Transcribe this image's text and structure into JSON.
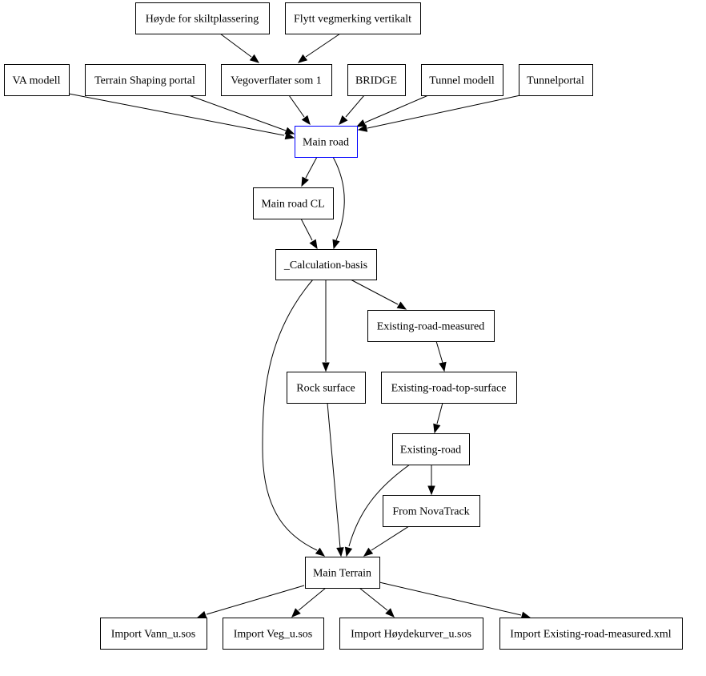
{
  "diagram": {
    "colors": {
      "default_border": "#000000",
      "highlight_border": "#0000ff",
      "background": "#ffffff"
    },
    "nodes": [
      {
        "id": "hoyde",
        "label": "Høyde for skiltplassering"
      },
      {
        "id": "flytt",
        "label": "Flytt vegmerking vertikalt"
      },
      {
        "id": "va",
        "label": "VA modell"
      },
      {
        "id": "terrain_portal",
        "label": "Terrain Shaping portal"
      },
      {
        "id": "vegoverflater",
        "label": "Vegoverflater som 1"
      },
      {
        "id": "bridge",
        "label": "BRIDGE"
      },
      {
        "id": "tunnel_modell",
        "label": "Tunnel modell"
      },
      {
        "id": "tunnelportal",
        "label": "Tunnelportal"
      },
      {
        "id": "main_road",
        "label": "Main road",
        "highlight": true
      },
      {
        "id": "main_road_cl",
        "label": "Main road CL"
      },
      {
        "id": "calc_basis",
        "label": "_Calculation-basis"
      },
      {
        "id": "existing_measured",
        "label": "Existing-road-measured"
      },
      {
        "id": "rock_surface",
        "label": "Rock surface"
      },
      {
        "id": "existing_top",
        "label": "Existing-road-top-surface"
      },
      {
        "id": "existing_road",
        "label": "Existing-road"
      },
      {
        "id": "novatrack",
        "label": "From NovaTrack"
      },
      {
        "id": "main_terrain",
        "label": "Main Terrain"
      },
      {
        "id": "import_vann",
        "label": "Import Vann_u.sos"
      },
      {
        "id": "import_veg",
        "label": "Import Veg_u.sos"
      },
      {
        "id": "import_hoyde",
        "label": "Import Høydekurver_u.sos"
      },
      {
        "id": "import_existing",
        "label": "Import Existing-road-measured.xml"
      }
    ],
    "edges": [
      {
        "from": "hoyde",
        "to": "vegoverflater"
      },
      {
        "from": "flytt",
        "to": "vegoverflater"
      },
      {
        "from": "va",
        "to": "main_road"
      },
      {
        "from": "terrain_portal",
        "to": "main_road"
      },
      {
        "from": "vegoverflater",
        "to": "main_road"
      },
      {
        "from": "bridge",
        "to": "main_road"
      },
      {
        "from": "tunnel_modell",
        "to": "main_road"
      },
      {
        "from": "tunnelportal",
        "to": "main_road"
      },
      {
        "from": "main_road",
        "to": "main_road_cl"
      },
      {
        "from": "main_road",
        "to": "calc_basis"
      },
      {
        "from": "main_road_cl",
        "to": "calc_basis"
      },
      {
        "from": "calc_basis",
        "to": "existing_measured"
      },
      {
        "from": "calc_basis",
        "to": "rock_surface"
      },
      {
        "from": "calc_basis",
        "to": "main_terrain"
      },
      {
        "from": "existing_measured",
        "to": "existing_top"
      },
      {
        "from": "existing_top",
        "to": "existing_road"
      },
      {
        "from": "existing_road",
        "to": "novatrack"
      },
      {
        "from": "existing_road",
        "to": "main_terrain"
      },
      {
        "from": "rock_surface",
        "to": "main_terrain"
      },
      {
        "from": "novatrack",
        "to": "main_terrain"
      },
      {
        "from": "main_terrain",
        "to": "import_vann"
      },
      {
        "from": "main_terrain",
        "to": "import_veg"
      },
      {
        "from": "main_terrain",
        "to": "import_hoyde"
      },
      {
        "from": "main_terrain",
        "to": "import_existing"
      }
    ]
  }
}
